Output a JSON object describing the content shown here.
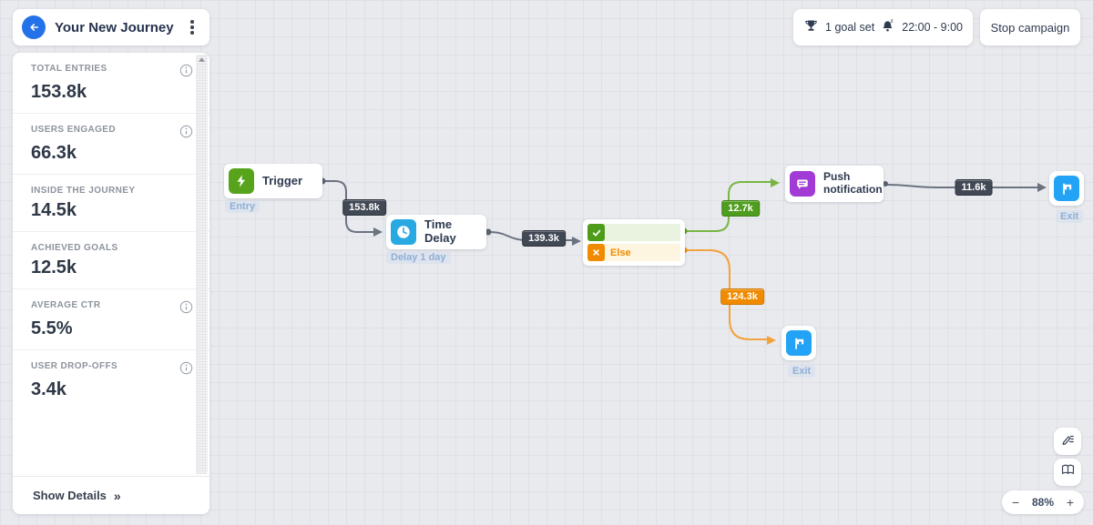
{
  "header": {
    "title": "Your New Journey"
  },
  "sidebar": {
    "stats": [
      {
        "label": "TOTAL ENTRIES",
        "value": "153.8k",
        "info": true
      },
      {
        "label": "USERS ENGAGED",
        "value": "66.3k",
        "info": true
      },
      {
        "label": "INSIDE THE JOURNEY",
        "value": "14.5k",
        "info": false
      },
      {
        "label": "ACHIEVED GOALS",
        "value": "12.5k",
        "info": false
      },
      {
        "label": "AVERAGE CTR",
        "value": "5.5%",
        "info": true
      },
      {
        "label": "USER DROP-OFFS",
        "value": "3.4k",
        "info": true
      }
    ],
    "show_details": "Show Details",
    "chevron": "»"
  },
  "topbar": {
    "goal_label": "1 goal set",
    "quiet_hours": "22:00 - 9:00",
    "stop_label": "Stop campaign"
  },
  "flow": {
    "trigger": {
      "label": "Trigger",
      "tag": "Entry"
    },
    "time_delay": {
      "label": "Time Delay",
      "tag": "Delay 1 day"
    },
    "condition": {
      "else_label": "Else"
    },
    "push": {
      "label": "Push notification"
    },
    "exit_right": {
      "tag": "Exit"
    },
    "exit_bottom": {
      "tag": "Exit"
    },
    "badges": {
      "entry": "153.8k",
      "after_delay": "139.3k",
      "yes_branch": "12.7k",
      "push_out": "11.6k",
      "else_branch": "124.3k"
    }
  },
  "controls": {
    "zoom_level": "88%",
    "minus": "−",
    "plus": "+"
  },
  "icons": {
    "back": "arrow-left-circle",
    "menu": "kebab-vertical",
    "info": "info-circle",
    "goal": "trophy",
    "quiet": "bell-snooze-z",
    "trigger": "lightning-bolt",
    "delay": "clock",
    "yes": "checkmark",
    "else": "cross",
    "push": "message-bubble",
    "exit": "flag",
    "tools": [
      "pencil-list",
      "open-book"
    ],
    "scroll": "triangle-up"
  },
  "colors": {
    "canvas_bg": "#e9eaee",
    "accent_blue": "#2472e9",
    "trigger_green": "#57a41c",
    "delay_blue": "#29a9e2",
    "push_purple": "#a23ad6",
    "exit_blue": "#23a3f5",
    "else_orange": "#f08b00",
    "edge_gray": "#6b7380",
    "edge_green": "#79b544",
    "edge_orange": "#f2a23e",
    "badge_dark": "#414955",
    "text_dark": "#2e3a4f"
  }
}
